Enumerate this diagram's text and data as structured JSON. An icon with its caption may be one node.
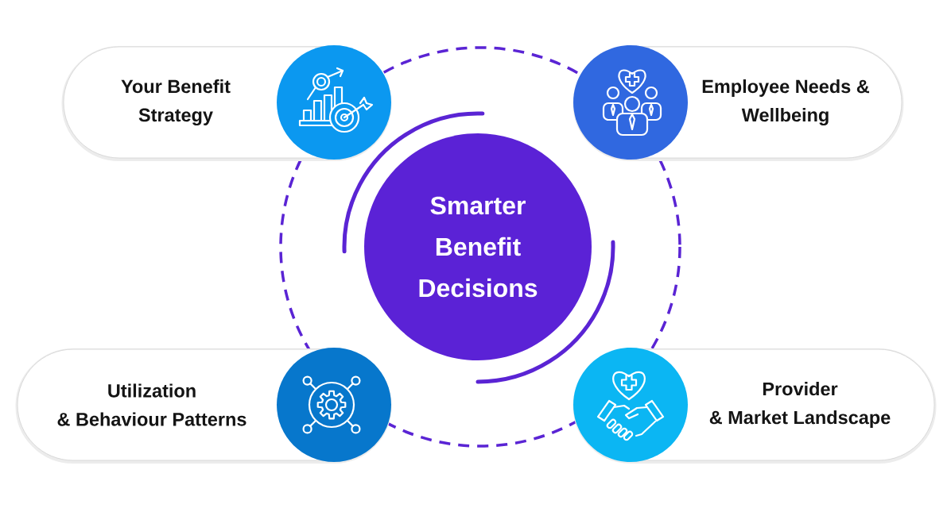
{
  "diagram": {
    "nodes": [
      {
        "text": [
          "Your Benefit Strategy"
        ]
      },
      {
        "text": [
          "Employee Needs & Wellbeing"
        ]
      },
      {
        "text": [
          "Smarter Benefit Decisions"
        ]
      },
      {
        "text": [
          "Utilization & Behaviour Patterns"
        ]
      },
      {
        "text": [
          "Provider & Market Landscape"
        ]
      }
    ]
  }
}
